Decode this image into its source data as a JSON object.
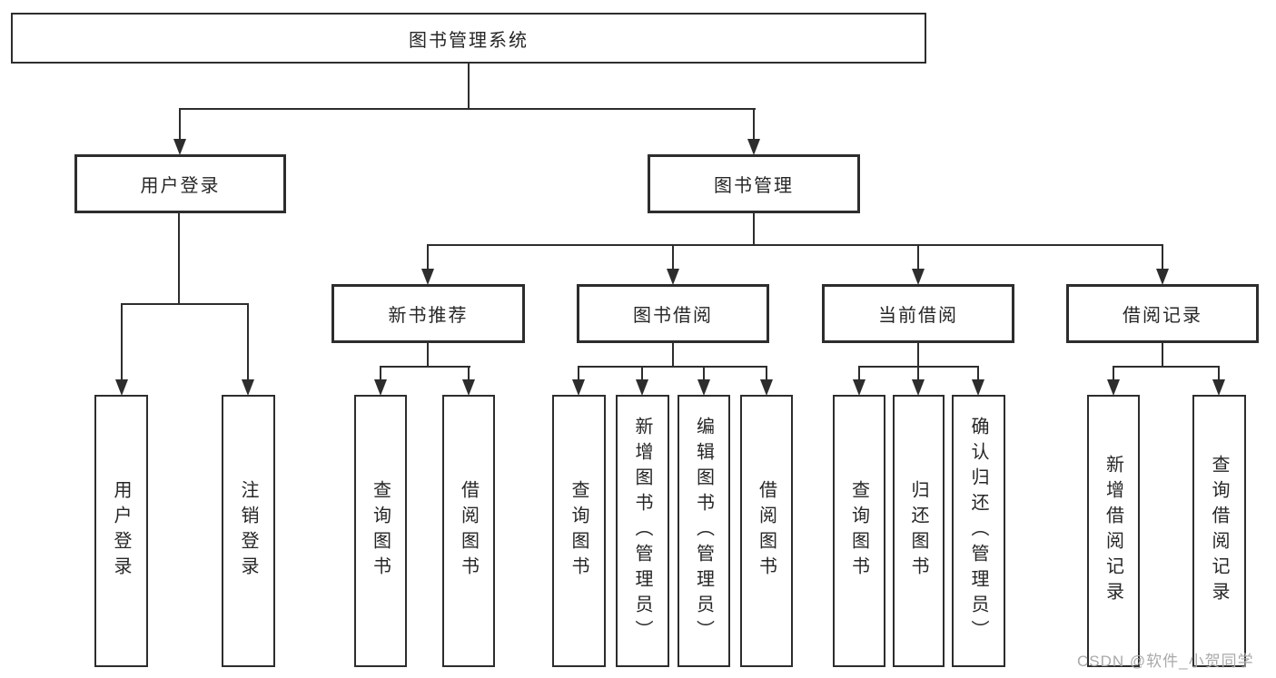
{
  "diagram": {
    "type": "tree",
    "root": {
      "label": "图书管理系统"
    },
    "level2": [
      {
        "id": "user-login",
        "label": "用户登录",
        "parent": "图书管理系统"
      },
      {
        "id": "book-management",
        "label": "图书管理",
        "parent": "图书管理系统"
      }
    ],
    "level3": [
      {
        "id": "new-book-recommendation",
        "label": "新书推荐",
        "parent": "图书管理"
      },
      {
        "id": "book-borrowing",
        "label": "图书借阅",
        "parent": "图书管理"
      },
      {
        "id": "current-borrowing",
        "label": "当前借阅",
        "parent": "图书管理"
      },
      {
        "id": "borrowing-records",
        "label": "借阅记录",
        "parent": "图书管理"
      }
    ],
    "leaves": [
      {
        "label": "用户登录",
        "parent": "用户登录"
      },
      {
        "label": "注销登录",
        "parent": "用户登录"
      },
      {
        "label": "查询图书",
        "parent": "新书推荐"
      },
      {
        "label": "借阅图书",
        "parent": "新书推荐"
      },
      {
        "label": "查询图书",
        "parent": "图书借阅"
      },
      {
        "label": "新增图书（管理员）",
        "parent": "图书借阅"
      },
      {
        "label": "编辑图书（管理员）",
        "parent": "图书借阅"
      },
      {
        "label": "借阅图书",
        "parent": "图书借阅"
      },
      {
        "label": "查询图书",
        "parent": "当前借阅"
      },
      {
        "label": "归还图书",
        "parent": "当前借阅"
      },
      {
        "label": "确认归还（管理员）",
        "parent": "当前借阅"
      },
      {
        "label": "新增借阅记录",
        "parent": "借阅记录"
      },
      {
        "label": "查询借阅记录",
        "parent": "借阅记录"
      }
    ]
  },
  "watermark": {
    "text": "CSDN @软件_小贺同学"
  },
  "colors": {
    "line": "#2d2d2d",
    "text": "#262626",
    "watermark": "#a9a9a9",
    "background": "#ffffff"
  }
}
